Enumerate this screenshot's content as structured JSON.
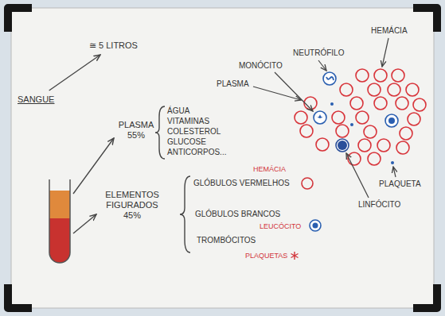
{
  "diagram": {
    "nodes": [
      {
        "text": [
          "SANGUE"
        ]
      },
      {
        "text": [
          "≅ 5 LITROS"
        ]
      },
      {
        "text": [
          "PLASMA 55%"
        ]
      },
      {
        "text": [
          "ELEMENTOS FIGURADOS 45%"
        ]
      }
    ],
    "edges": [
      {
        "from": 0,
        "to": 1,
        "arrow": "to"
      }
    ],
    "labels": [
      "ÁGUA",
      "VITAMINAS",
      "COLESTEROL",
      "GLUCOSE",
      "ANTICORPOS...",
      "HEMÁCIA",
      "GLÓBULOS VERMELHOS",
      "GLÓBULOS BRANCOS",
      "LEUCÓCITO",
      "TROMBÓCITOS",
      "PLAQUETAS",
      "MONÓCITO",
      "NEUTRÓFILO",
      "HEMÁCIA",
      "PLASMA",
      "PLAQUETA",
      "LINFÓCITO"
    ]
  }
}
